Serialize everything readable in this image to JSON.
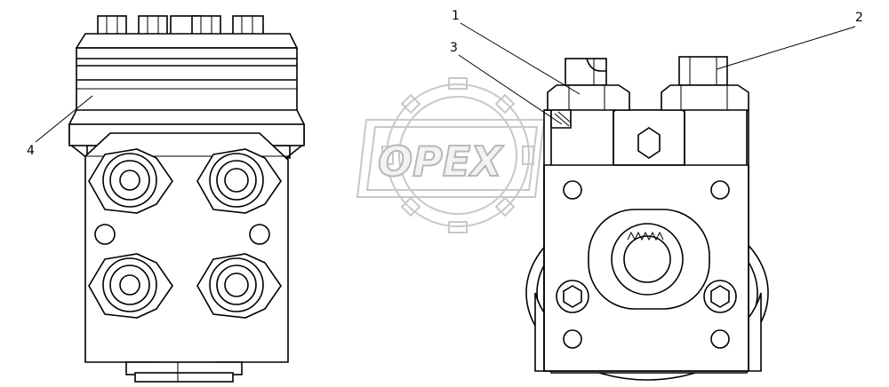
{
  "watermark": {
    "text": "OPEX"
  },
  "callouts": [
    {
      "id": "1",
      "label": "1"
    },
    {
      "id": "2",
      "label": "2"
    },
    {
      "id": "3",
      "label": "3"
    },
    {
      "id": "4",
      "label": "4"
    }
  ]
}
